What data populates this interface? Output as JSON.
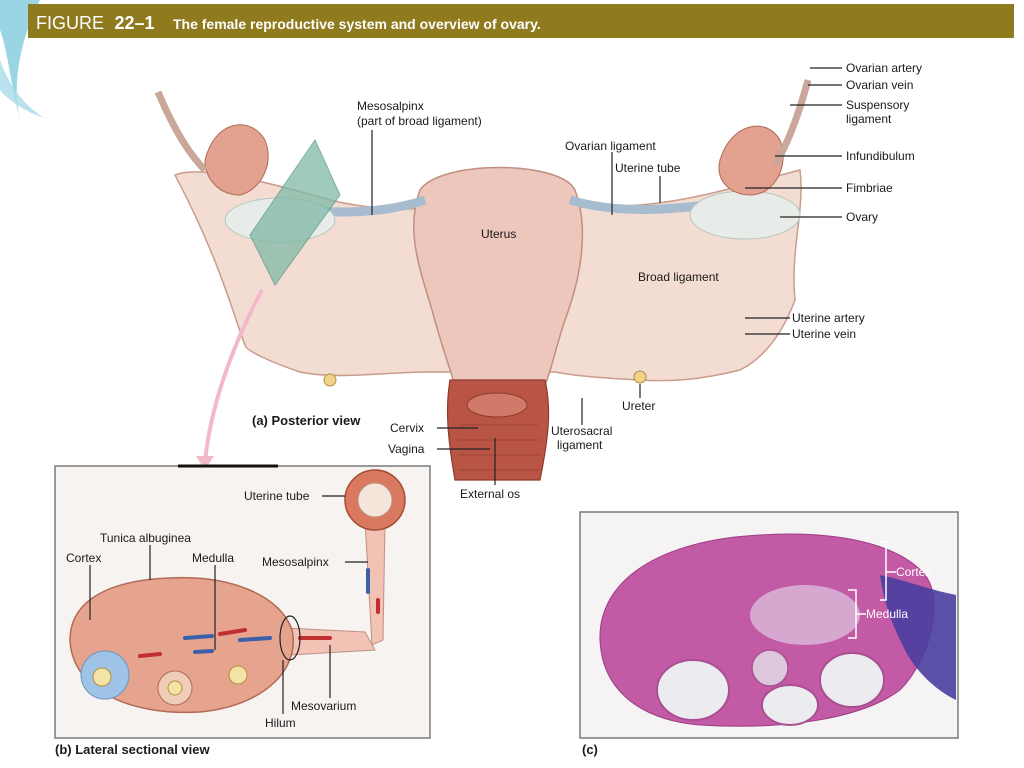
{
  "figure": {
    "number_prefix": "FIGURE",
    "number": "22–1",
    "title": "The female reproductive system and overview of ovary."
  },
  "panel_a": {
    "caption": "(a) Posterior view",
    "labels": {
      "mesosalpinx": "Mesosalpinx",
      "mesosalpinx_note": "(part of broad ligament)",
      "ovarian_ligament": "Ovarian ligament",
      "uterine_tube": "Uterine tube",
      "uterus": "Uterus",
      "ovarian_artery": "Ovarian artery",
      "ovarian_vein": "Ovarian vein",
      "suspensory_1": "Suspensory",
      "suspensory_2": "ligament",
      "infundibulum": "Infundibulum",
      "fimbriae": "Fimbriae",
      "ovary": "Ovary",
      "broad_ligament": "Broad ligament",
      "uterine_artery": "Uterine artery",
      "uterine_vein": "Uterine vein",
      "ureter": "Ureter",
      "cervix": "Cervix",
      "vagina": "Vagina",
      "uterosacral_1": "Uterosacral",
      "uterosacral_2": "ligament",
      "external_os": "External os"
    }
  },
  "panel_b": {
    "caption": "(b) Lateral sectional view",
    "labels": {
      "uterine_tube": "Uterine tube",
      "tunica_albuginea": "Tunica albuginea",
      "cortex": "Cortex",
      "medulla": "Medulla",
      "mesosalpinx": "Mesosalpinx",
      "mesovarium": "Mesovarium",
      "hilum": "Hilum"
    }
  },
  "panel_c": {
    "caption": "(c)",
    "labels": {
      "cortex": "Cortex",
      "medulla": "Medulla"
    }
  }
}
